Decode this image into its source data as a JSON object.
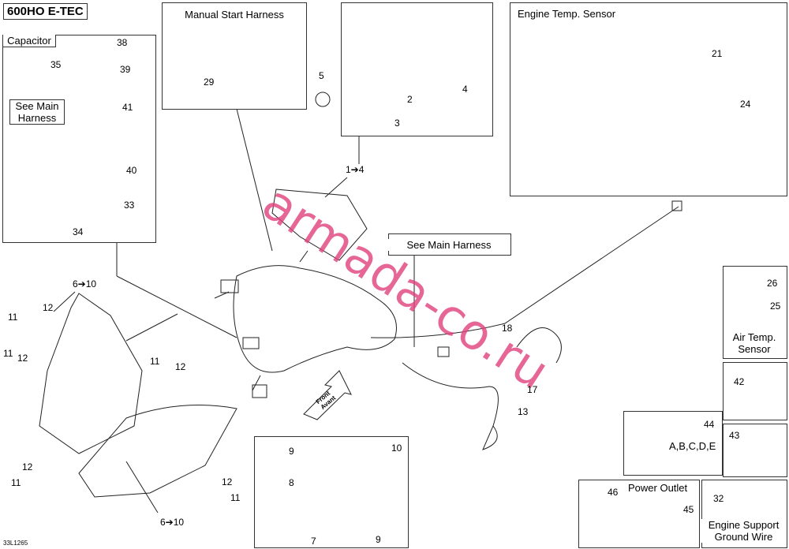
{
  "model_title": "600HO E-TEC",
  "ref_code": "33L1265",
  "watermark": "armada-co.ru",
  "boxes": {
    "capacitor": "Capacitor",
    "see_main_harness_left": "See Main\nHarness",
    "manual_start_harness": "Manual Start Harness",
    "engine_temp_sensor": "Engine Temp. Sensor",
    "see_main_harness": "See Main Harness",
    "air_temp_sensor": "Air Temp.\nSensor",
    "power_outlet": "Power Outlet",
    "engine_support_ground_wire": "Engine Support\nGround Wire",
    "abcde": "A,B,C,D,E",
    "front_avant": "Front\nAvant"
  },
  "callouts": {
    "c38": "38",
    "c35": "35",
    "c39": "39",
    "c41": "41",
    "c40": "40",
    "c33": "33",
    "c34": "34",
    "c29": "29",
    "c5": "5",
    "c2": "2",
    "c3": "3",
    "c4": "4",
    "c1to4": "1➔4",
    "c21": "21",
    "c24": "24",
    "c6to10_top": "6➔10",
    "c12a": "12",
    "c11a": "11",
    "c11b": "11",
    "c12b": "12",
    "c11c": "11",
    "c12c": "12",
    "c12d": "12",
    "c11d": "11",
    "c12e": "12",
    "c11e": "11",
    "c6to10_bot": "6➔10",
    "c9a": "9",
    "c8": "8",
    "c10": "10",
    "c7": "7",
    "c9b": "9",
    "c18": "18",
    "c17": "17",
    "c13": "13",
    "c26": "26",
    "c25": "25",
    "c42": "42",
    "c44": "44",
    "c43": "43",
    "c46": "46",
    "c45": "45",
    "c32": "32"
  },
  "colors": {
    "line": "#222222",
    "watermark": "#e0407d"
  }
}
